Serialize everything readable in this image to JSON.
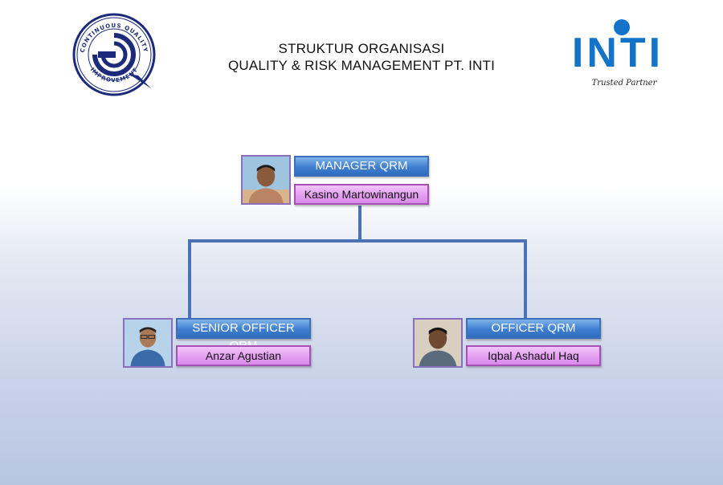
{
  "header": {
    "title_line1": "STRUKTUR ORGANISASI",
    "title_line2": "QUALITY & RISK MANAGEMENT PT. INTI"
  },
  "logos": {
    "left": {
      "ring_text_top": "CONTINUOUS QUALITY",
      "ring_text_bottom": "IMPROVEMENT",
      "icon": "continuous-quality-improvement-seal"
    },
    "right": {
      "wordmark": "INTI",
      "tagline": "Trusted Partner",
      "color": "#1473c9"
    }
  },
  "org_chart": {
    "manager": {
      "title": "MANAGER QRM",
      "name": "Kasino Martowinangun",
      "photo_icon": "person-photo"
    },
    "reports": [
      {
        "title": "SENIOR OFFICER QRM",
        "name": "Anzar Agustian",
        "photo_icon": "person-photo"
      },
      {
        "title": "OFFICER QRM",
        "name": "Iqbal Ashadul Haq",
        "photo_icon": "person-photo"
      }
    ]
  },
  "colors": {
    "title_box": "#3f7fd0",
    "name_box": "#e39cf1",
    "connector": "#4a72b5"
  }
}
